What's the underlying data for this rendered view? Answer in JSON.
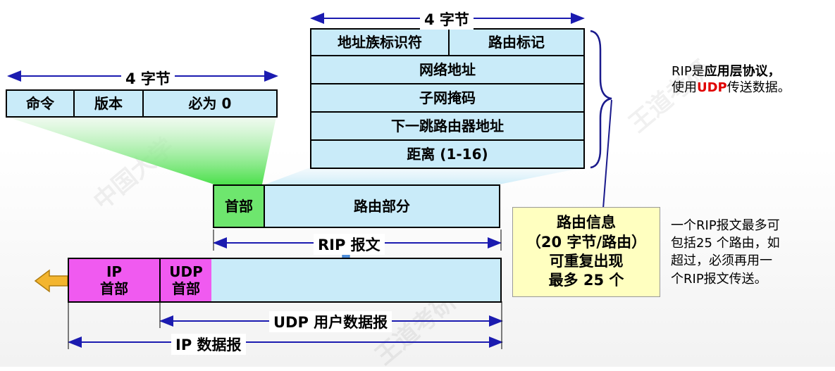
{
  "rip_entry": {
    "width_label": "4 字节",
    "address_family": "地址族标识符",
    "route_tag": "路由标记",
    "network_address": "网络地址",
    "subnet_mask": "子网掩码",
    "next_hop": "下一跳路由器地址",
    "metric": "距离 (1-16)"
  },
  "rip_header": {
    "width_label": "4 字节",
    "command": "命令",
    "version": "版本",
    "must_be_zero": "必为 0"
  },
  "rip_message": {
    "header": "首部",
    "routing_part": "路由部分",
    "span_label": "RIP 报文"
  },
  "encapsulation": {
    "ip_header_line1": "IP",
    "ip_header_line2": "首部",
    "udp_header_line1": "UDP",
    "udp_header_line2": "首部",
    "udp_span_label": "UDP 用户数据报",
    "ip_span_label": "IP 数据报"
  },
  "routing_info": {
    "line1": "路由信息",
    "line2": "（20 字节/路由）",
    "line3": "可重复出现",
    "line4": "最多 25 个"
  },
  "note_top": {
    "line1_a": "RIP是",
    "line1_b": "应用层协议，",
    "line2_a": "使用",
    "line2_b": "UDP",
    "line2_c": "传送数据。"
  },
  "note_bottom": {
    "line1": "一个RIP报文最多可",
    "line2": "包括25 个路由，如",
    "line3": "超过，必须再用一",
    "line4": "个RIP报文传送。"
  },
  "colors": {
    "cell_fill": "#c9ebf9",
    "header_green": "#6ee66e",
    "ip_udp_magenta": "#f05af0",
    "routing_info_yellow": "#ffffc0",
    "arrow_blue": "#1b1bb0",
    "highlight_red": "#e00000",
    "brace_navy": "#1a1a8c"
  }
}
